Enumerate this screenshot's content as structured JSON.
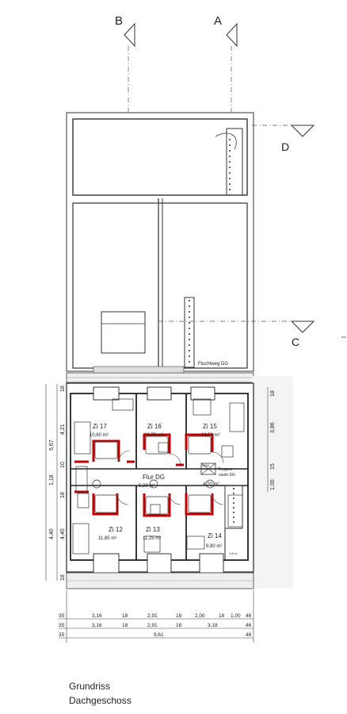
{
  "section_marks": {
    "b": "B",
    "a": "A",
    "d": "D",
    "c": "C"
  },
  "labels": {
    "fluchtweg": "Fluchtweg DG",
    "flur": "Flur DG",
    "flur_area": "5,20 m²",
    "treppen_1": "Treppen",
    "treppen_2": "-raum DG",
    "treppen_area": "4,20 m²",
    "rwa": "RWA",
    "fm": "1,8 m"
  },
  "rooms": [
    {
      "name": "Zi 17",
      "area": "10,60 m²"
    },
    {
      "name": "Zi 16",
      "area": "10,70 m²"
    },
    {
      "name": "Zi 15",
      "area": "10,50 m²"
    },
    {
      "name": "Zi 12",
      "area": "11,85 m²"
    },
    {
      "name": "Zi 13",
      "area": "11,25 m²"
    },
    {
      "name": "Zi 14",
      "area": "9,80 m²"
    }
  ],
  "dims_left": {
    "outer": [
      "5,67",
      "1,18",
      "4,40"
    ],
    "inner": [
      "18",
      "4,21",
      "10",
      "18",
      "4,40",
      "18"
    ]
  },
  "dims_right": [
    "18",
    "3,86",
    "15",
    "1,00"
  ],
  "dims_bottom": {
    "row1": [
      "35",
      "3,16",
      "18",
      "2,91",
      "18",
      "2,00",
      "18",
      "1,00",
      "46"
    ],
    "row2": [
      "35",
      "3,16",
      "18",
      "2,91",
      "18",
      "3,18",
      "46"
    ],
    "row3": [
      "35",
      "9,61",
      "46"
    ]
  },
  "title": {
    "line1": "Grundriss",
    "line2": "Dachgeschoss"
  }
}
